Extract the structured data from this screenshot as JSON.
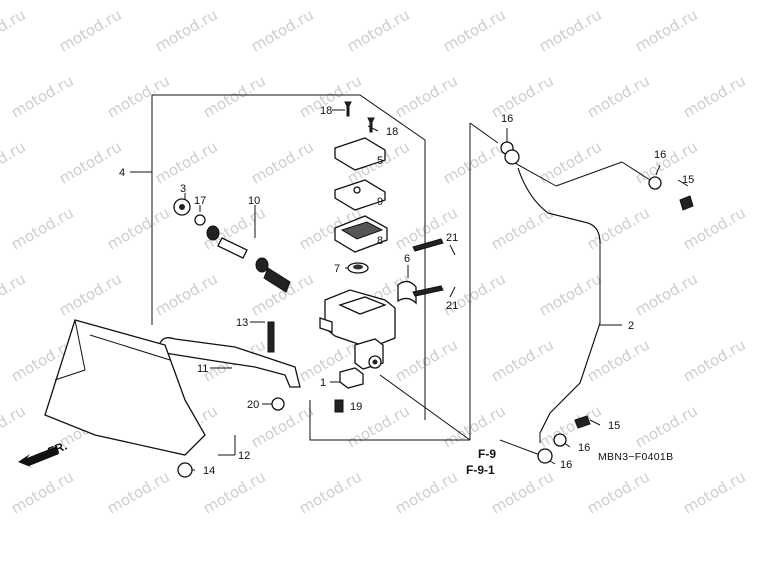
{
  "watermark": {
    "text": "motod.ru"
  },
  "callouts": {
    "c1": "1",
    "c2": "2",
    "c3": "3",
    "c4": "4",
    "c5": "5",
    "c6": "6",
    "c7": "7",
    "c8": "8",
    "c9": "9",
    "c10": "10",
    "c11": "11",
    "c12": "12",
    "c13": "13",
    "c14": "14",
    "c15a": "15",
    "c15b": "15",
    "c16a": "16",
    "c16b": "16",
    "c16c": "16",
    "c16d": "16",
    "c17": "17",
    "c18a": "18",
    "c18b": "18",
    "c19": "19",
    "c20": "20",
    "c21a": "21",
    "c21b": "21"
  },
  "refs": {
    "f9": "F-9",
    "f91": "F-9-1"
  },
  "diagram_code": "MBN3−F0401B",
  "front_label": "FR.",
  "colors": {
    "line": "#111111",
    "watermark": "#bdbdbd",
    "background": "#ffffff"
  }
}
